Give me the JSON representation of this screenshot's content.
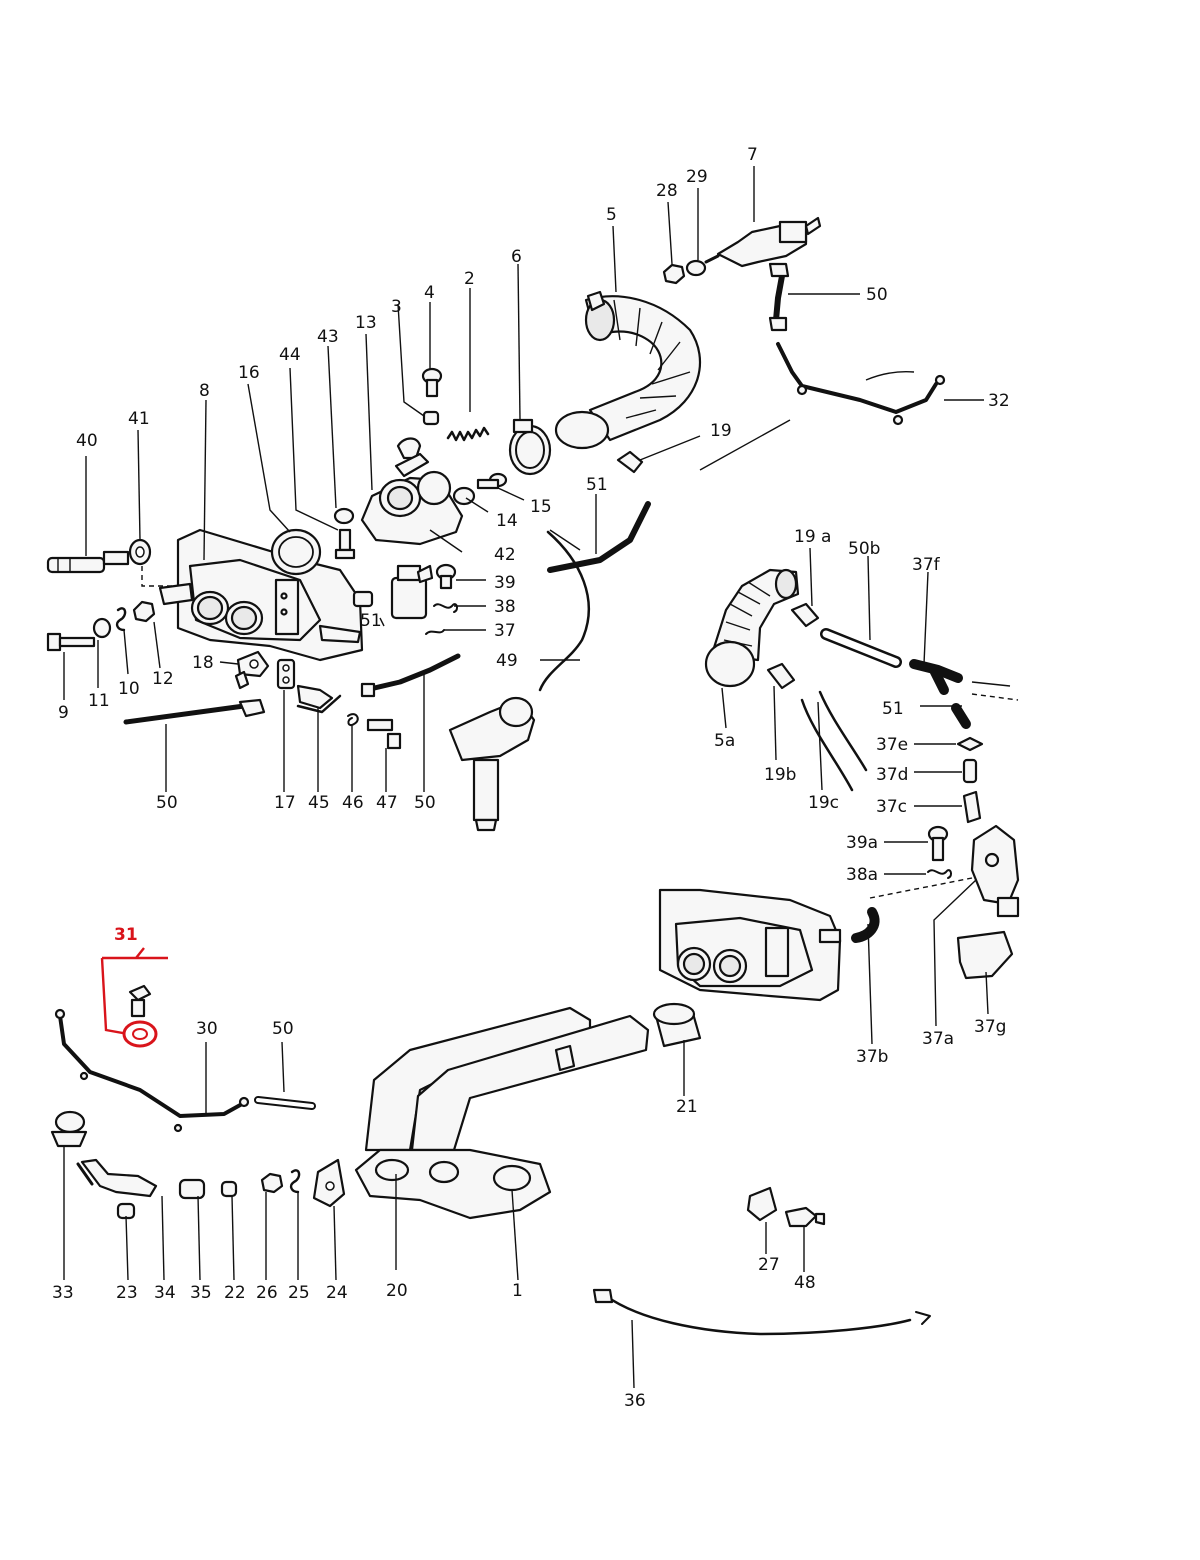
{
  "highlight_color": "#d9141b",
  "labels": {
    "l1": "1",
    "l2": "2",
    "l3": "3",
    "l4": "4",
    "l5": "5",
    "l5a": "5a",
    "l6": "6",
    "l7": "7",
    "l8": "8",
    "l9": "9",
    "l10": "10",
    "l11": "11",
    "l12": "12",
    "l13": "13",
    "l14": "14",
    "l15": "15",
    "l16": "16",
    "l17": "17",
    "l18": "18",
    "l19": "19",
    "l19a": "19 a",
    "l19b": "19b",
    "l19c": "19c",
    "l20": "20",
    "l21": "21",
    "l22": "22",
    "l23": "23",
    "l24": "24",
    "l25": "25",
    "l26": "26",
    "l27": "27",
    "l28": "28",
    "l29": "29",
    "l30": "30",
    "l31": "31",
    "l32": "32",
    "l33": "33",
    "l34": "34",
    "l35": "35",
    "l36": "36",
    "l37": "37",
    "l37a": "37a",
    "l37b": "37b",
    "l37c": "37c",
    "l37d": "37d",
    "l37e": "37e",
    "l37f": "37f",
    "l37g": "37g",
    "l38": "38",
    "l38a": "38a",
    "l39": "39",
    "l39a": "39a",
    "l40": "40",
    "l41": "41",
    "l42": "42",
    "l43": "43",
    "l44": "44",
    "l45": "45",
    "l46": "46",
    "l47": "47",
    "l48": "48",
    "l49": "49",
    "l50_top": "50",
    "l50_left": "50",
    "l50_mid": "50",
    "l50_bottom": "50",
    "l50b": "50b",
    "l51_mid": "51",
    "l51_small": "51",
    "l51_right": "51"
  }
}
